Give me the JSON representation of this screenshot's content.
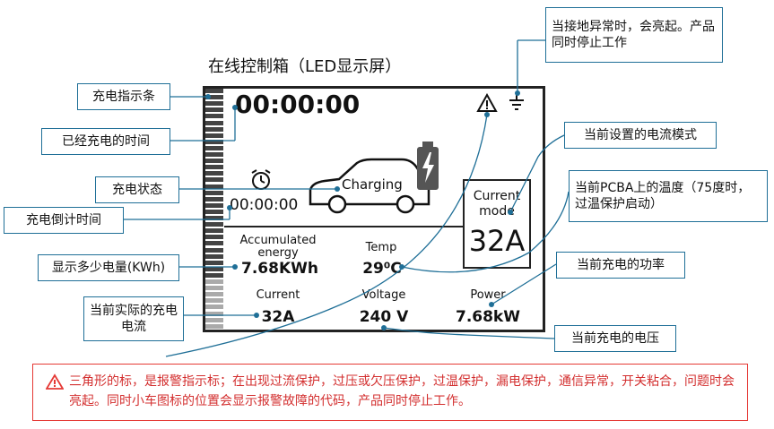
{
  "title": "在线控制箱（LED显示屏）",
  "screen": {
    "elapsed_time": "00:00:00",
    "countdown_time": "00:00:00",
    "status": "Charging",
    "current_mode_label": "Current mode",
    "current_mode_value": "32A",
    "accumulated_energy_label": "Accumulated energy",
    "accumulated_energy_value": "7.68KWh",
    "temp_label": "Temp",
    "temp_value": "29⁰C",
    "current_label": "Current",
    "current_value": "32A",
    "voltage_label": "Voltage",
    "voltage_value": "240 V",
    "power_label": "Power",
    "power_value": "7.68kW"
  },
  "callouts": {
    "charge_bar": "充电指示条",
    "elapsed": "已经充电的时间",
    "status": "充电状态",
    "countdown": "充电倒计时间",
    "energy": "显示多少电量(KWh)",
    "actual_current": "当前实际的充电电流",
    "ground": "当接地异常时，会亮起。产品同时停止工作",
    "mode": "当前设置的电流模式",
    "temp": "当前PCBA上的温度（75度时，过温保护启动）",
    "power": "当前充电的功率",
    "voltage": "当前充电的电压"
  },
  "bottom_note": "三角形的标，是报警指示标；在出现过流保护，过压或欠压保护，过温保护，漏电保护，通信异常，开关粘合，问题时会亮起。同时小车图标的位置会显示报警故障的代码，产品同时停止工作。",
  "colors": {
    "accent": "#1f6f97",
    "warning": "#e53935",
    "battery": "#555555"
  }
}
